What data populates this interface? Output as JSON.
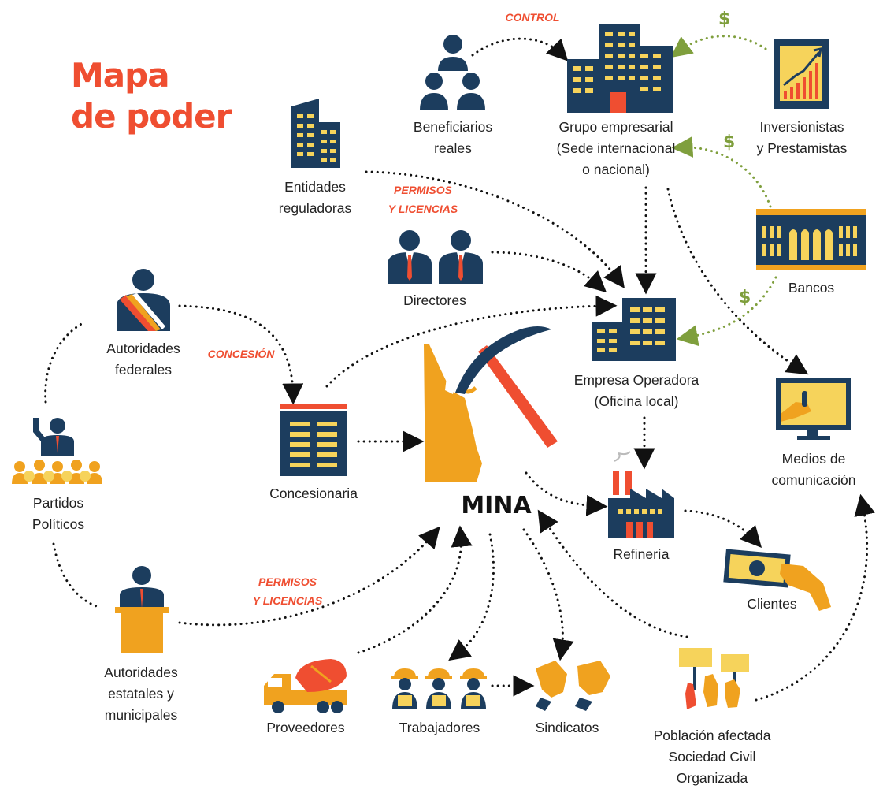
{
  "title_line1": "Mapa",
  "title_line2": "de poder",
  "center": "MINA",
  "nodes": {
    "beneficiarios": [
      "Beneficiarios",
      "reales"
    ],
    "grupo": [
      "Grupo empresarial",
      "(Sede internacional",
      "o nacional)"
    ],
    "inversionistas": [
      "Inversionistas",
      "y Prestamistas"
    ],
    "entidades": [
      "Entidades",
      "reguladoras"
    ],
    "directores": [
      "Directores"
    ],
    "bancos": [
      "Bancos"
    ],
    "autoridades_federales": [
      "Autoridades",
      "federales"
    ],
    "empresa_operadora": [
      "Empresa Operadora",
      "(Oficina local)"
    ],
    "medios": [
      "Medios de",
      "comunicación"
    ],
    "partidos": [
      "Partidos",
      "Políticos"
    ],
    "concesionaria": [
      "Concesionaria"
    ],
    "refineria": [
      "Refinería"
    ],
    "clientes": [
      "Clientes"
    ],
    "autoridades_estatales": [
      "Autoridades",
      "estatales y",
      "municipales"
    ],
    "proveedores": [
      "Proveedores"
    ],
    "trabajadores": [
      "Trabajadores"
    ],
    "sindicatos": [
      "Sindicatos"
    ],
    "poblacion": [
      "Población afectada",
      "Sociedad Civil",
      "Organizada"
    ]
  },
  "tags": {
    "control": "CONTROL",
    "permisos_top": [
      "PERMISOS",
      "Y LICENCIAS"
    ],
    "concesion": "CONCESIÓN",
    "permisos_bottom": [
      "PERMISOS",
      "Y LICENCIAS"
    ]
  },
  "money_symbol": "$",
  "colors": {
    "navy": "#1c3d5e",
    "orange": "#f0a21f",
    "red": "#ef4e31",
    "yellow": "#f6d35b",
    "green": "#7f9f3d"
  }
}
